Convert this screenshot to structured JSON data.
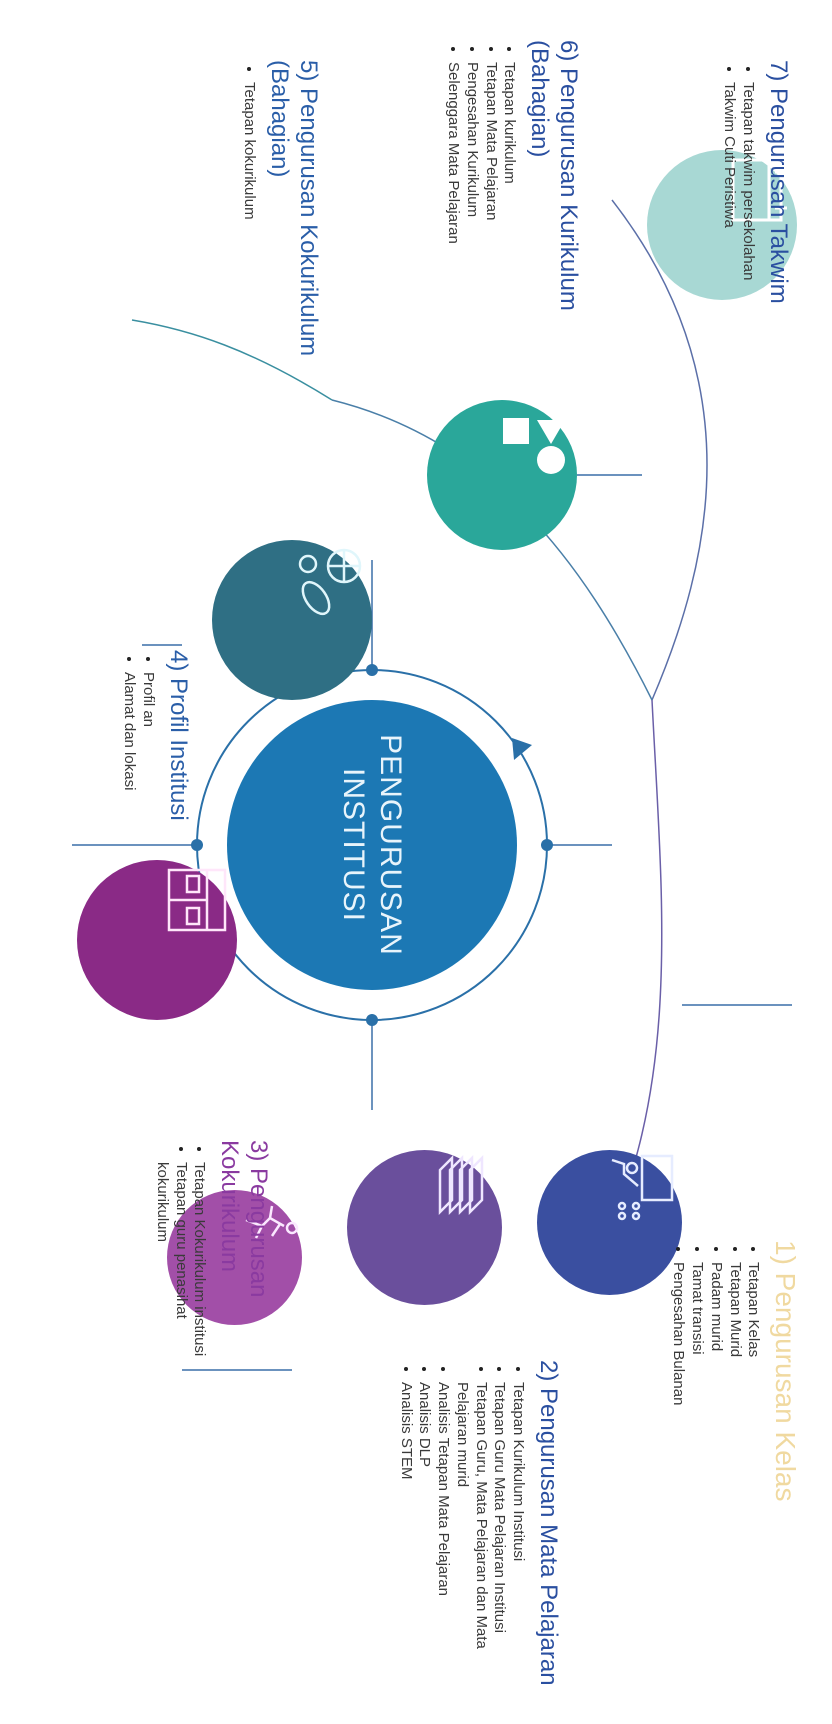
{
  "center": {
    "line1": "PENGURUSAN",
    "line2": "INSTITUSI"
  },
  "colors": {
    "hub": "#1c78b4",
    "node1": "#3a4fa0",
    "node2": "#6a4f9c",
    "node3": "#a24fa8",
    "node4": "#8a2a86",
    "node5": "#2f6f84",
    "node6": "#2aa79a",
    "node7": "#a8d8d4",
    "title_blue": "#2a5ea8",
    "title_purple": "#8a3aa0",
    "title_faded": "#f0d9a0"
  },
  "icons": {
    "node1": "teacher-classroom-icon",
    "node2": "books-stack-icon",
    "node3": "running-athlete-icon",
    "node4": "building-icon",
    "node5": "sports-balls-icon",
    "node6": "shapes-icon",
    "node7": "calendar-board-icon"
  },
  "sections": {
    "s1": {
      "title": "1) Pengurusan Kelas",
      "items": [
        "Tetapan Kelas",
        "Tetapan Murid",
        "Padam murid",
        "Tamat transisi",
        "Pengesahan Bulanan"
      ]
    },
    "s2": {
      "title": "2) Pengurusan Mata Pelajaran",
      "items": [
        "Tetapan Kurikulum Institusi",
        "Tetapan Guru Mata Pelajaran Institusi",
        "Tetapan Guru, Mata Pelajaran dan Mata Pelajaran murid",
        "Analisis Tetapan Mata Pelajaran",
        "Analisis DLP",
        "Analisis STEM"
      ]
    },
    "s3": {
      "title": "3) Pengurusan Kokurikulum",
      "items": [
        "Tetapan Kokurikulum institusi",
        "Tetapan guru penasihat kokurikulum"
      ]
    },
    "s4": {
      "title": "4) Profil Institusi",
      "items": [
        "Profil an",
        "Alamat dan lokasi"
      ]
    },
    "s5": {
      "title": "5) Pengurusan Kokurikulum (Bahagian)",
      "items": [
        "Tetapan kokurikulum"
      ]
    },
    "s6": {
      "title": "6) Pengurusan Kurikulum (Bahagian)",
      "items": [
        "Tetapan kurikulum",
        "Tetapan Mata Pelajaran",
        "Pengesahan Kurikulum",
        "Selenggara Mata Pelajaran"
      ]
    },
    "s7": {
      "title": "7) Pengurusan Takwim",
      "items": [
        "Tetapan takwim persekolahan",
        "Takwim Cuti Peristiwa"
      ]
    }
  }
}
